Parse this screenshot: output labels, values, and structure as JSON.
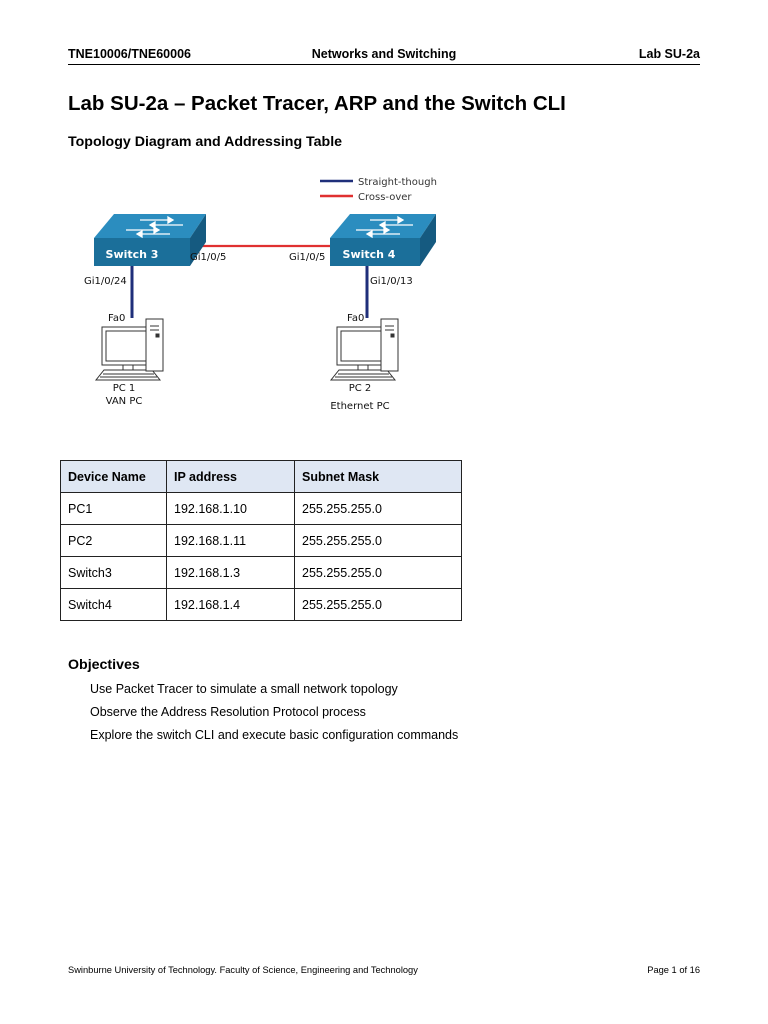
{
  "header": {
    "course_codes": "TNE10006/TNE60006",
    "course_name": "Networks and Switching",
    "lab_id": "Lab SU-2a"
  },
  "title": "Lab SU-2a – Packet Tracer, ARP and the Switch CLI",
  "topology_heading": "Topology Diagram and Addressing Table",
  "diagram": {
    "legend": {
      "straight": "Straight-though",
      "cross": "Cross-over"
    },
    "colors": {
      "straight": "#1f2f7a",
      "cross": "#e03030",
      "switch_front": "#1b6f9a",
      "switch_top": "#2b8dbf"
    },
    "switch3": {
      "label": "Switch 3",
      "port_top": "Gi1/0/5",
      "port_down": "Gi1/0/24"
    },
    "switch4": {
      "label": "Switch 4",
      "port_top": "Gi1/0/5",
      "port_down": "Gi1/0/13"
    },
    "pc1": {
      "port": "Fa0",
      "name": "PC 1",
      "desc": "VAN PC"
    },
    "pc2": {
      "port": "Fa0",
      "name": "PC 2",
      "desc": "Ethernet PC"
    }
  },
  "table": {
    "headers": [
      "Device Name",
      "IP address",
      "Subnet Mask"
    ],
    "rows": [
      [
        "PC1",
        "192.168.1.10",
        "255.255.255.0"
      ],
      [
        "PC2",
        "192.168.1.11",
        "255.255.255.0"
      ],
      [
        "Switch3",
        "192.168.1.3",
        "255.255.255.0"
      ],
      [
        "Switch4",
        "192.168.1.4",
        "255.255.255.0"
      ]
    ]
  },
  "objectives_heading": "Objectives",
  "objectives": [
    "Use Packet Tracer to simulate a small network topology",
    "Observe the Address Resolution Protocol process",
    "Explore the switch CLI and execute basic configuration commands"
  ],
  "footer": {
    "institution": "Swinburne University of Technology. Faculty of Science, Engineering and Technology",
    "page": "Page 1 of 16"
  }
}
